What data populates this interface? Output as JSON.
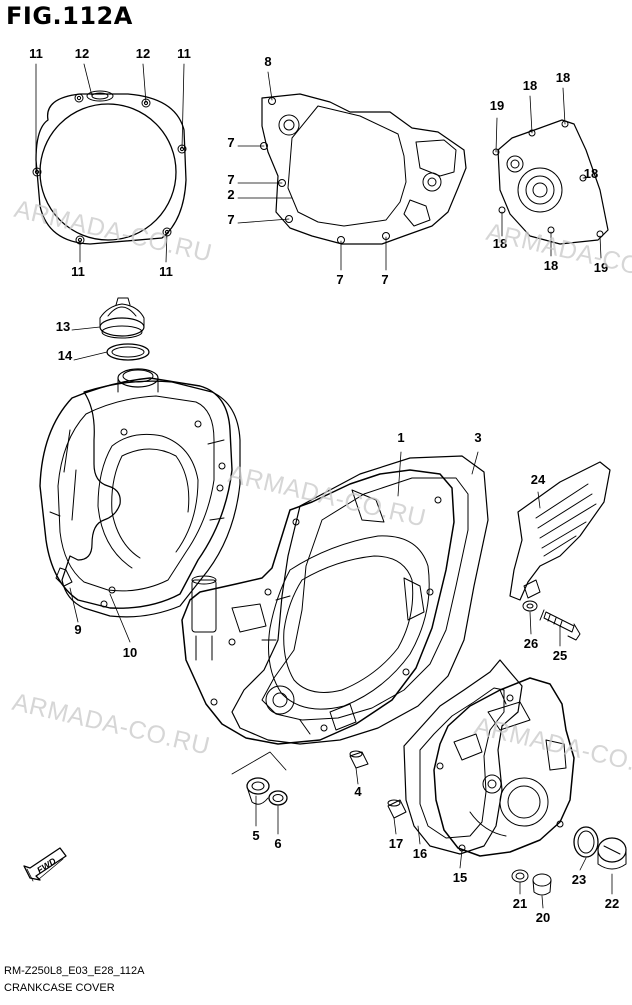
{
  "figure": {
    "title": "FIG.112A",
    "model_code": "RM-Z250L8_E03_E28_112A",
    "caption": "CRANKCASE COVER"
  },
  "watermark": {
    "text": "ARMADA-CO.RU"
  },
  "callouts": [
    "11",
    "12",
    "12",
    "11",
    "11",
    "11",
    "8",
    "7",
    "7",
    "2",
    "7",
    "7",
    "7",
    "19",
    "18",
    "18",
    "18",
    "18",
    "18",
    "19",
    "13",
    "14",
    "9",
    "10",
    "1",
    "3",
    "24",
    "26",
    "25",
    "4",
    "5",
    "6",
    "17",
    "16",
    "15",
    "23",
    "21",
    "20",
    "22"
  ],
  "colors": {
    "line": "#000000",
    "watermark": "#c9c9c9",
    "background": "#ffffff"
  }
}
